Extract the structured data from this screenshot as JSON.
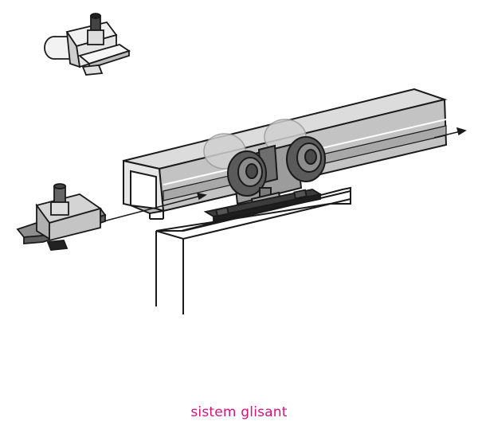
{
  "caption": {
    "text": "sistem glisant"
  },
  "colors": {
    "accent": "#d6127e",
    "outline": "#1a1a1a",
    "rail_light": "#d9d9d9",
    "rail_mid": "#b8b8b8",
    "rail_dark": "#9a9a9a",
    "wheel_dark": "#4a4a4a",
    "wheel_mid": "#8a8a8a",
    "mount_dark": "#2b2b2b"
  },
  "parts": [
    {
      "name": "end-stop-detail"
    },
    {
      "name": "end-stop-mounted"
    },
    {
      "name": "aluminium-track"
    },
    {
      "name": "roller-carriage"
    },
    {
      "name": "door-bracket"
    },
    {
      "name": "door-panel"
    },
    {
      "name": "direction-arrow"
    }
  ]
}
